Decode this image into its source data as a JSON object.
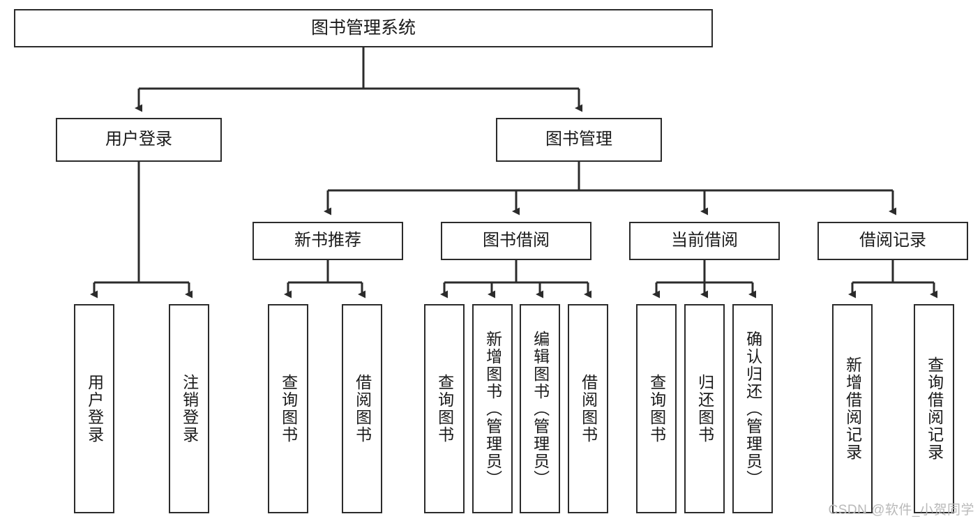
{
  "diagram": {
    "title": "图书管理系统",
    "type": "tree-hierarchy",
    "watermark": "CSDN @软件_小贺同学",
    "colors": {
      "stroke": "#2b2b2b",
      "fill": "#ffffff",
      "text": "#1a1a1a",
      "watermark": "#b9b9b9"
    },
    "nodes": {
      "root": {
        "label": "图书管理系统"
      },
      "level2": [
        {
          "id": "user-login",
          "label": "用户登录"
        },
        {
          "id": "book-manage",
          "label": "图书管理"
        }
      ],
      "level3": [
        {
          "id": "new-book-rec",
          "label": "新书推荐"
        },
        {
          "id": "book-borrow",
          "label": "图书借阅"
        },
        {
          "id": "current-borrow",
          "label": "当前借阅"
        },
        {
          "id": "borrow-record",
          "label": "借阅记录"
        }
      ],
      "leaves": [
        {
          "id": "leaf-user-login",
          "label": "用户登录",
          "parent": "user-login"
        },
        {
          "id": "leaf-logout",
          "label": "注销登录",
          "parent": "user-login"
        },
        {
          "id": "leaf-query-book-1",
          "label": "查询图书",
          "parent": "new-book-rec"
        },
        {
          "id": "leaf-borrow-book-1",
          "label": "借阅图书",
          "parent": "new-book-rec"
        },
        {
          "id": "leaf-query-book-2",
          "label": "查询图书",
          "parent": "book-borrow"
        },
        {
          "id": "leaf-add-book",
          "label": "新增图书（管理员）",
          "parent": "book-borrow"
        },
        {
          "id": "leaf-edit-book",
          "label": "编辑图书（管理员）",
          "parent": "book-borrow"
        },
        {
          "id": "leaf-borrow-book-2",
          "label": "借阅图书",
          "parent": "book-borrow"
        },
        {
          "id": "leaf-query-book-3",
          "label": "查询图书",
          "parent": "current-borrow"
        },
        {
          "id": "leaf-return-book",
          "label": "归还图书",
          "parent": "current-borrow"
        },
        {
          "id": "leaf-confirm-return",
          "label": "确认归还（管理员）",
          "parent": "current-borrow"
        },
        {
          "id": "leaf-add-record",
          "label": "新增借阅记录",
          "parent": "borrow-record"
        },
        {
          "id": "leaf-query-record",
          "label": "查询借阅记录",
          "parent": "borrow-record"
        }
      ]
    }
  }
}
